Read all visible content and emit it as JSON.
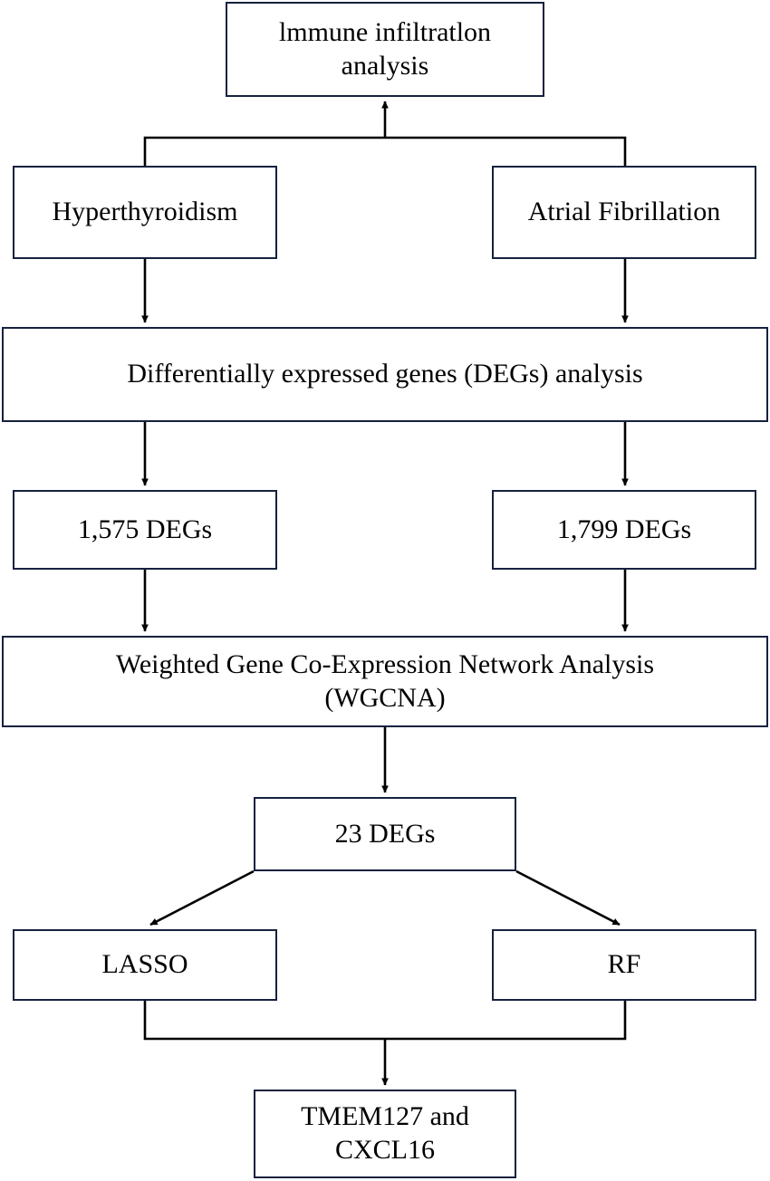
{
  "diagram": {
    "title": "Study workflow flowchart",
    "border_color": "#17213f",
    "connector_color": "#000000",
    "background": "#ffffff",
    "nodes": {
      "immune": {
        "label": "lmmune infiltratlon\nanalysis"
      },
      "hyperthyroidism": {
        "label": "Hyperthyroidism"
      },
      "atrial_fibrillation": {
        "label": "Atrial Fibrillation"
      },
      "degs_analysis": {
        "label": "Differentially expressed genes (DEGs) analysis"
      },
      "degs_1575": {
        "label": "1,575 DEGs"
      },
      "degs_1799": {
        "label": "1,799 DEGs"
      },
      "wgcna": {
        "label": "Weighted Gene Co-Expression Network Analysis\n(WGCNA)"
      },
      "degs_23": {
        "label": "23 DEGs"
      },
      "lasso": {
        "label": "LASSO"
      },
      "rf": {
        "label": "RF"
      },
      "final_genes": {
        "label": "TMEM127 and\nCXCL16"
      }
    },
    "edges": [
      {
        "name": "hyperthyroidism-to-immune",
        "from": "hyperthyroidism",
        "to": "immune",
        "style": "elbow-merge"
      },
      {
        "name": "atrial-fibrillation-to-immune",
        "from": "atrial_fibrillation",
        "to": "immune",
        "style": "elbow-merge"
      },
      {
        "name": "hyperthyroidism-to-degs",
        "from": "hyperthyroidism",
        "to": "degs_analysis",
        "style": "straight-arrow"
      },
      {
        "name": "atrial-fibrillation-to-degs",
        "from": "atrial_fibrillation",
        "to": "degs_analysis",
        "style": "straight-arrow"
      },
      {
        "name": "degs-to-1575",
        "from": "degs_analysis",
        "to": "degs_1575",
        "style": "straight-arrow"
      },
      {
        "name": "degs-to-1799",
        "from": "degs_analysis",
        "to": "degs_1799",
        "style": "straight-arrow"
      },
      {
        "name": "degs1575-to-wgcna",
        "from": "degs_1575",
        "to": "wgcna",
        "style": "straight-arrow"
      },
      {
        "name": "degs1799-to-wgcna",
        "from": "degs_1799",
        "to": "wgcna",
        "style": "straight-arrow"
      },
      {
        "name": "wgcna-to-degs23",
        "from": "wgcna",
        "to": "degs_23",
        "style": "straight-arrow"
      },
      {
        "name": "degs23-to-lasso",
        "from": "degs_23",
        "to": "lasso",
        "style": "diagonal-arrow"
      },
      {
        "name": "degs23-to-rf",
        "from": "degs_23",
        "to": "rf",
        "style": "diagonal-arrow"
      },
      {
        "name": "lasso-to-final-genes",
        "from": "lasso",
        "to": "final_genes",
        "style": "elbow-merge"
      },
      {
        "name": "rf-to-final-genes",
        "from": "rf",
        "to": "final_genes",
        "style": "elbow-merge"
      }
    ]
  }
}
